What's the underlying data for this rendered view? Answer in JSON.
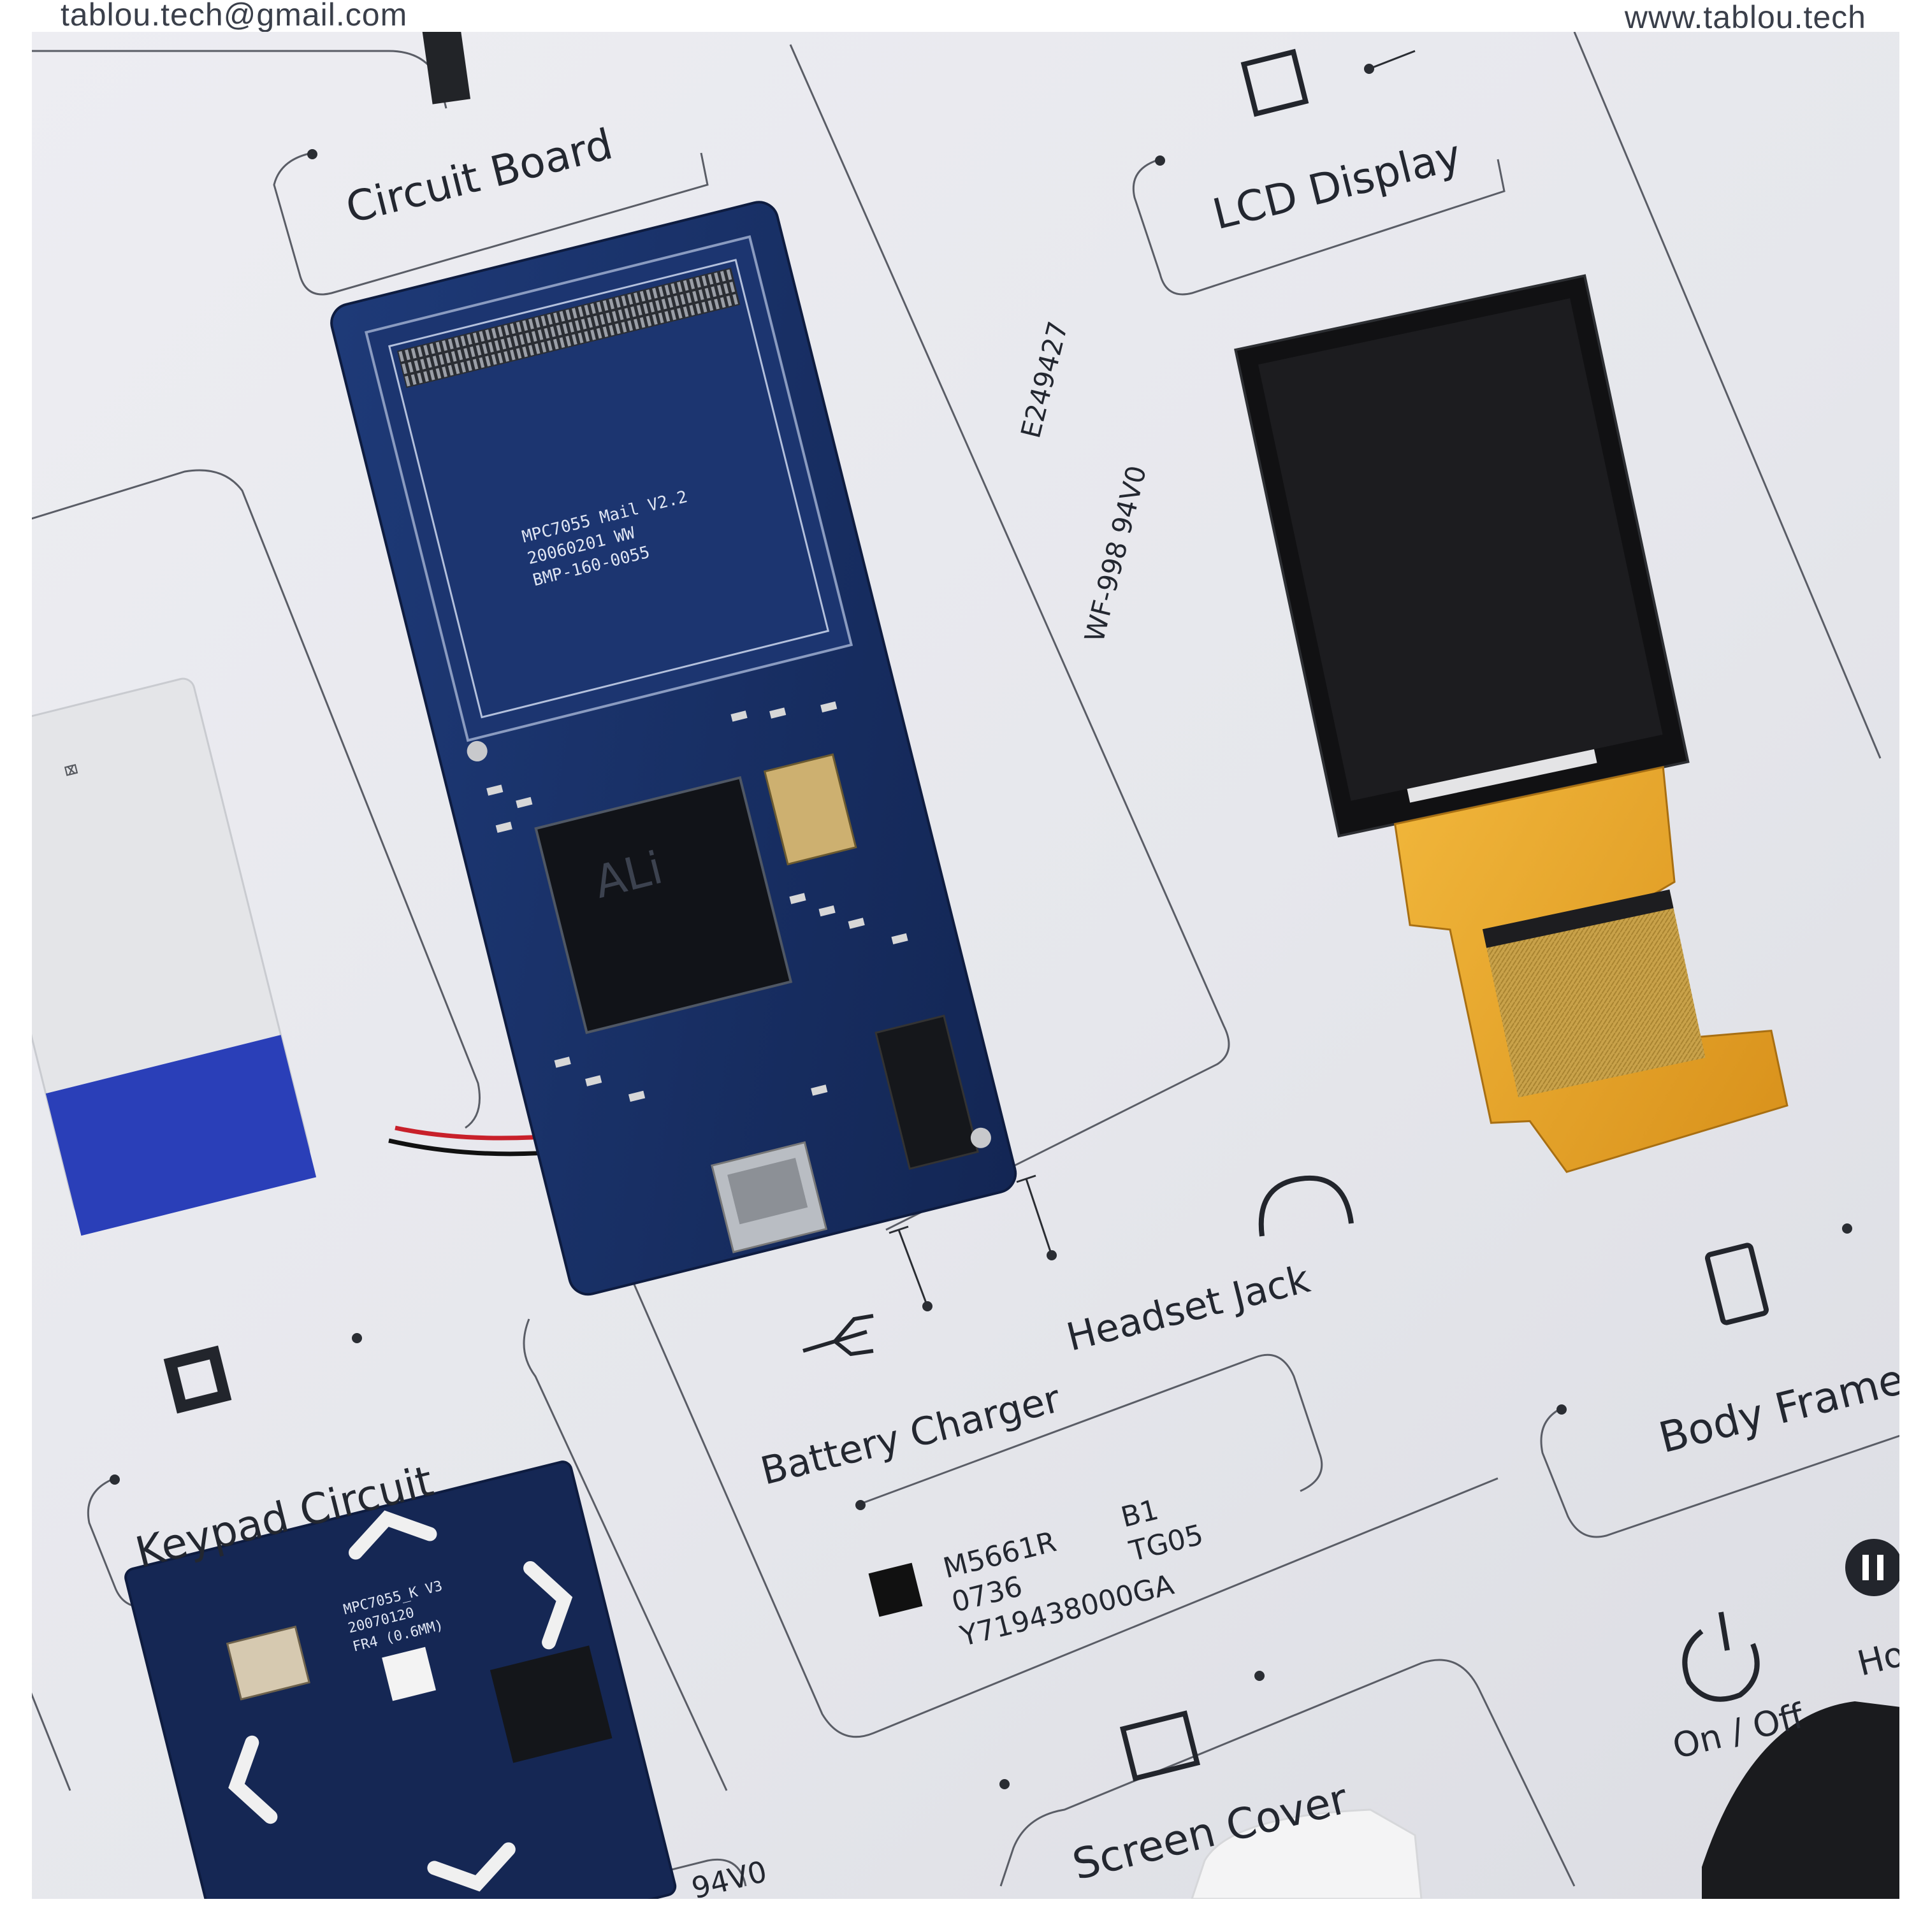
{
  "header": {
    "email": "tablou.tech@gmail.com",
    "website": "www.tablou.tech"
  },
  "labels": {
    "circuit_board": "Circuit Board",
    "lcd_display": "LCD Display",
    "keypad_circuit": "Keypad Circuit",
    "battery_charger": "Battery Charger",
    "headset_jack": "Headset Jack",
    "body_frame": "Body Frame",
    "screen_cover": "Screen Cover",
    "on_off": "On / Off",
    "hold_partial": "Ho"
  },
  "board_marking": {
    "vertical_line1": "WF-998  94V0",
    "vertical_line2": "E249427"
  },
  "chip_info": {
    "line1": "M5661R",
    "line2": "0736",
    "line3": "Y719438000GA",
    "col2_line1": "B1",
    "col2_line2": "TG05"
  },
  "pcb": {
    "shield_line1": "MPC7055 Mail V2.2",
    "shield_line2": "20060201 WW",
    "shield_line3": "BMP-160-0055",
    "cpu_brand": "ALi"
  },
  "keypad_pcb": {
    "line1": "MPC7055_K V3",
    "line2": "20070120",
    "line3": "FR4 (0.6MM)"
  },
  "partial_bottom": "94V0",
  "colors": {
    "pcb_blue": "#182e63",
    "flex_orange": "#e7a528",
    "battery_blue": "#2a3fb8",
    "label_text": "#232730",
    "panel_line": "#5a5d66"
  }
}
